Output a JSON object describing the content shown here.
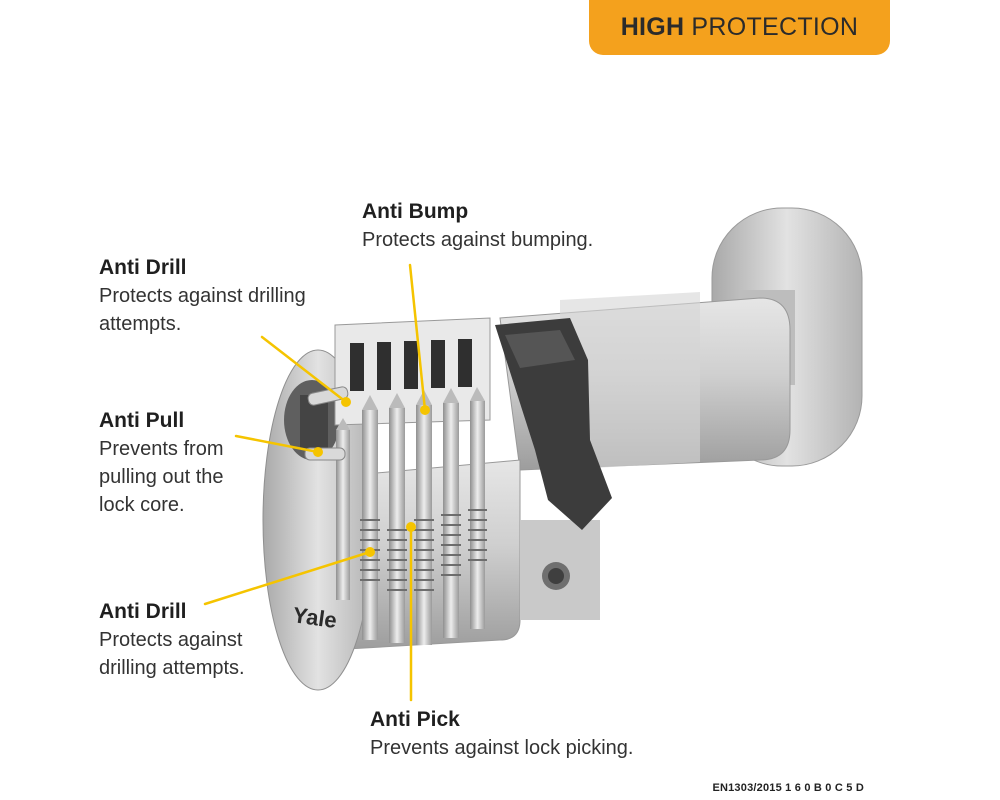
{
  "badge": {
    "bold": "HIGH",
    "light": "PROTECTION"
  },
  "features": [
    {
      "title": "Anti Bump",
      "desc": [
        "Protects against bumping."
      ]
    },
    {
      "title": "Anti Drill",
      "desc": [
        "Protects against drilling",
        "attempts."
      ]
    },
    {
      "title": "Anti Pull",
      "desc": [
        "Prevents from",
        "pulling out the",
        "lock core."
      ]
    },
    {
      "title": "Anti Drill",
      "desc": [
        "Protects against",
        "drilling attempts."
      ]
    },
    {
      "title": "Anti Pick",
      "desc": [
        "Prevents against lock picking."
      ]
    }
  ],
  "brand": "Yale",
  "footer": "EN1303/2015 1 6 0 B 0 C 5 D",
  "colors": {
    "accent": "#f4a11d",
    "leader": "#f5c400",
    "metal": "#c8c8c8",
    "dark": "#3a3a3a"
  }
}
